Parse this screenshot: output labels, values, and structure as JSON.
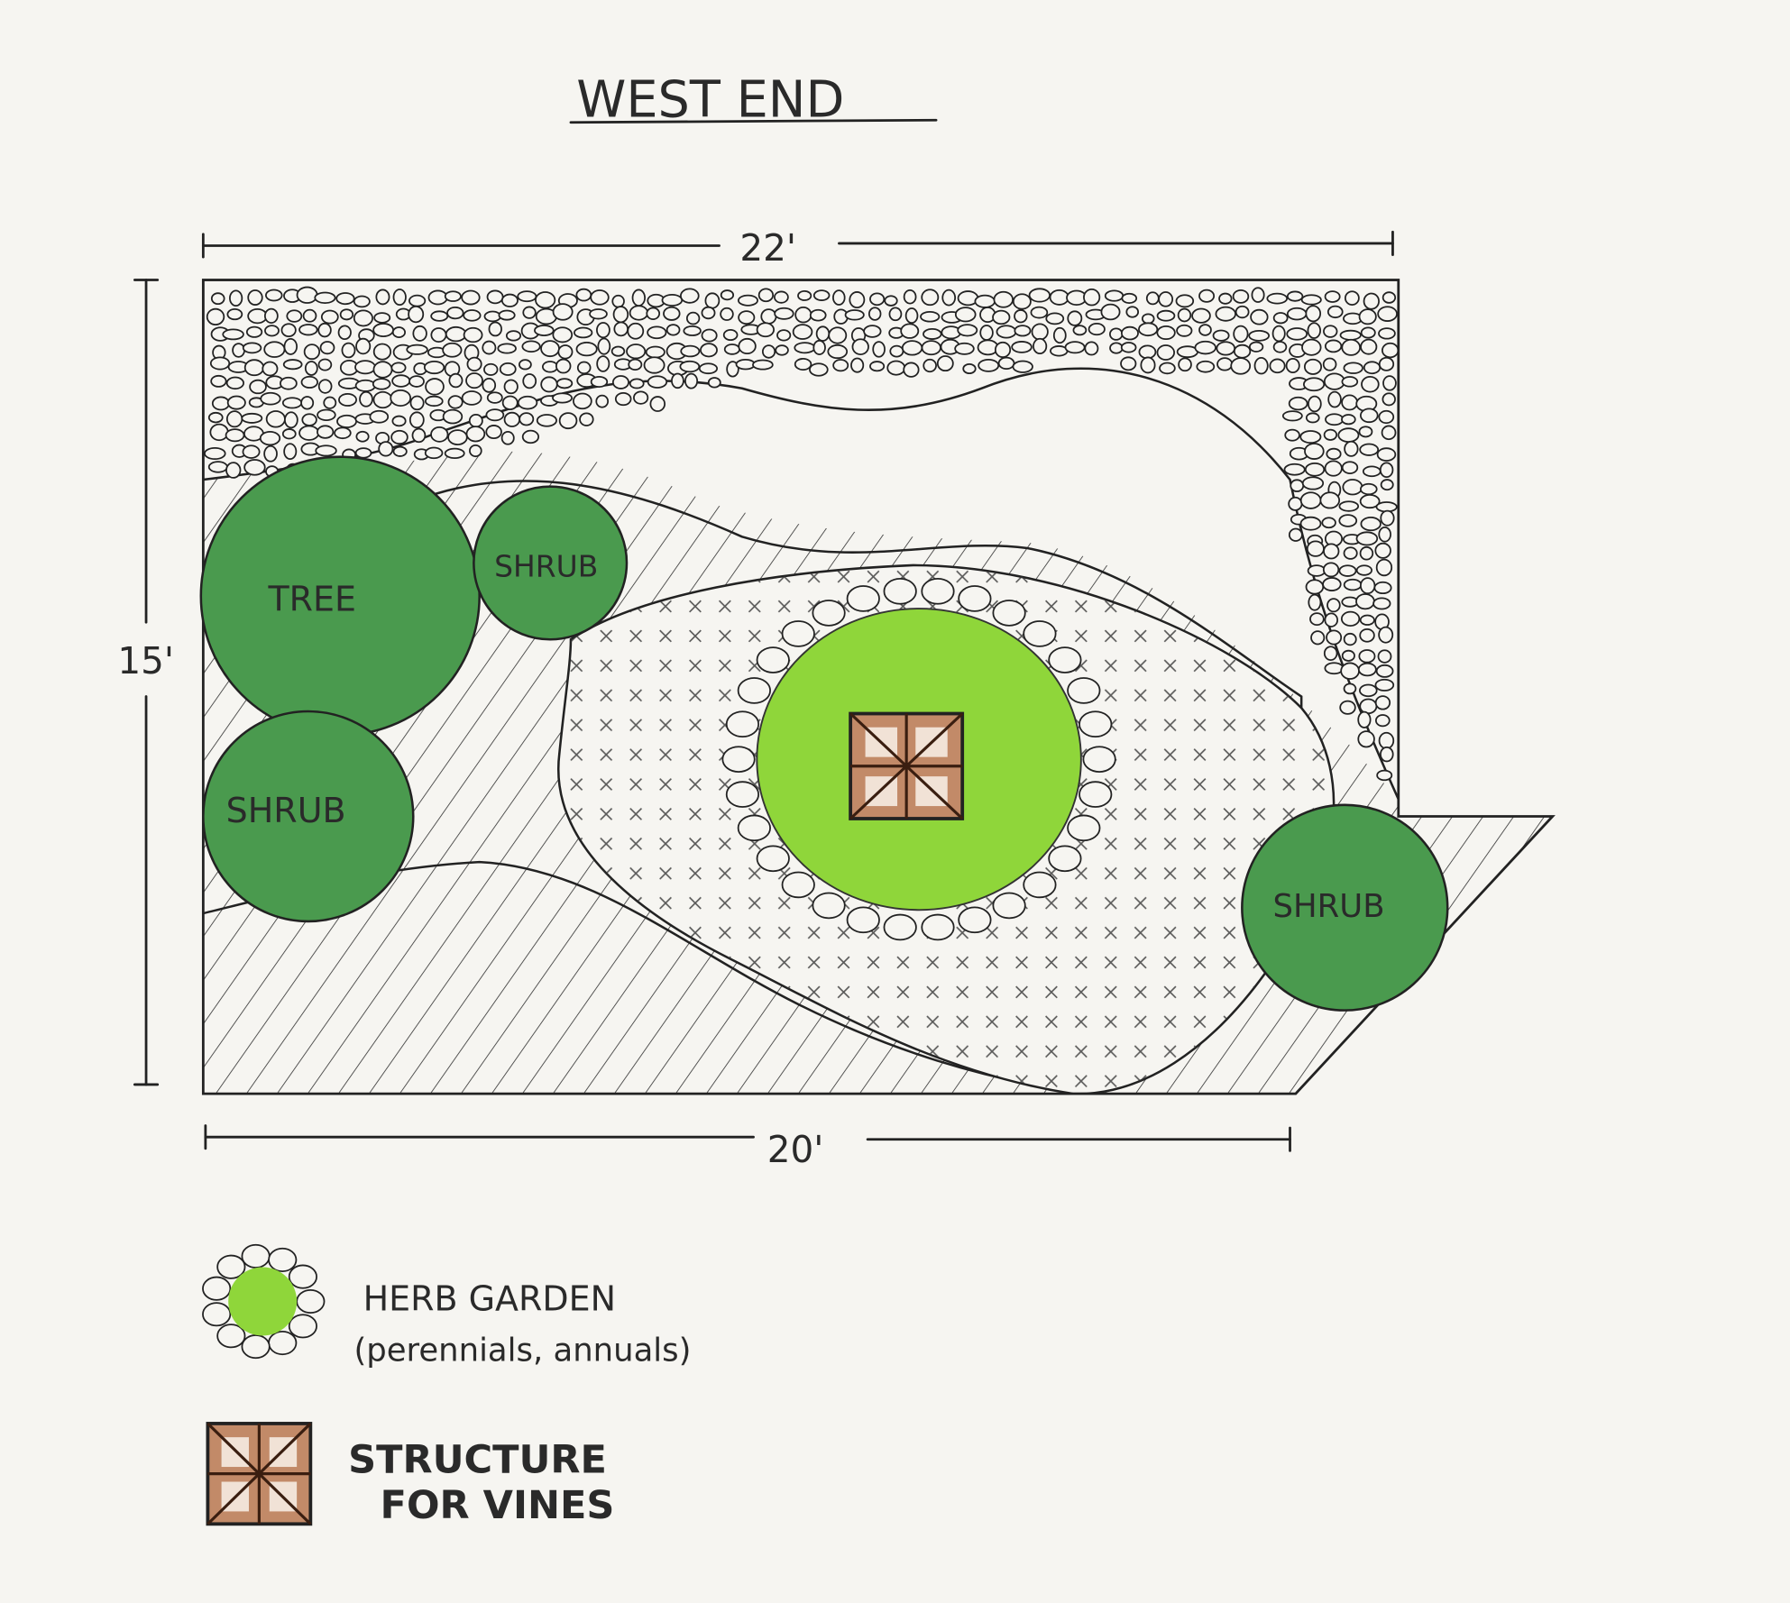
{
  "title": "WEST END",
  "dimensions": {
    "top": "22'",
    "left": "15'",
    "bottom": "20'"
  },
  "plants": {
    "tree": "TREE",
    "shrub_top": "SHRUB",
    "shrub_left": "SHRUB",
    "shrub_right": "SHRUB"
  },
  "legend": {
    "herb_line1": "HERB GARDEN",
    "herb_line2": "(perennials, annuals)",
    "structure_line1": "STRUCTURE",
    "structure_line2": "FOR VINES"
  },
  "colors": {
    "paper": "#f6f5f1",
    "tree": "#4a9a4e",
    "herb": "#8fd63a",
    "structure": "#c28a68",
    "ink": "#222222"
  }
}
